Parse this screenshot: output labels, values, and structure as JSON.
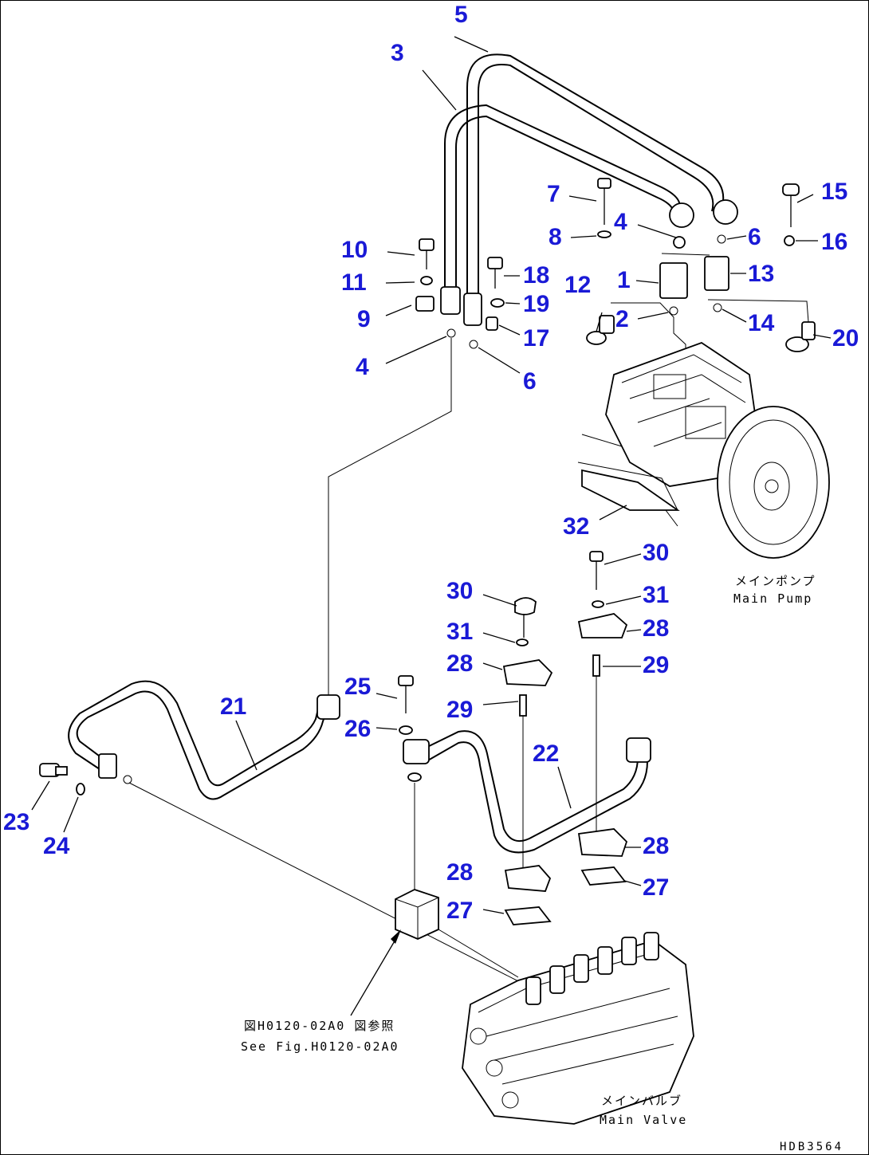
{
  "callouts": [
    "1",
    "2",
    "3",
    "4",
    "5",
    "6",
    "7",
    "8",
    "9",
    "10",
    "11",
    "12",
    "13",
    "14",
    "15",
    "16",
    "17",
    "18",
    "19",
    "20",
    "21",
    "22",
    "23",
    "24",
    "25",
    "26",
    "27",
    "28",
    "29",
    "30",
    "31",
    "32"
  ],
  "captions": {
    "main_pump_jp": "メインポンプ",
    "main_pump_en": "Main Pump",
    "main_valve_jp": "メインバルブ",
    "main_valve_en": "Main Valve",
    "see_fig_jp": "図H0120-02A0 図参照",
    "see_fig_en": "See Fig.H0120-02A0",
    "drawing_code": "HDB3564"
  },
  "colors": {
    "callout": "#1a1ad6",
    "line": "#000000",
    "background": "#ffffff"
  }
}
